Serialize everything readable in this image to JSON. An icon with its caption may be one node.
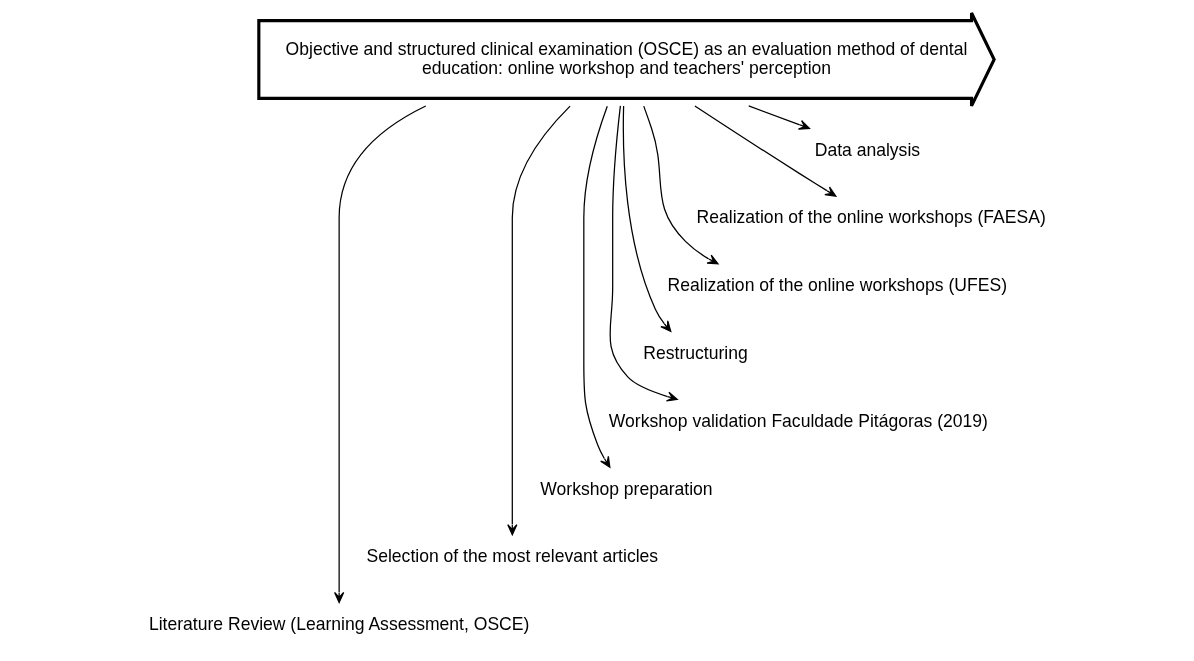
{
  "diagram": {
    "nodes": [
      {
        "text": [
          "Objective and structured clinical examination (OSCE) as an evaluation method of dental education: online workshop and teachers' perception"
        ]
      },
      {
        "text": [
          "Literature Review (Learning Assessment, OSCE)"
        ]
      },
      {
        "text": [
          "Selection of the most relevant articles"
        ]
      },
      {
        "text": [
          "Workshop preparation"
        ]
      },
      {
        "text": [
          "Workshop validation Faculdade Pitágoras (2019)"
        ]
      },
      {
        "text": [
          "Restructuring"
        ]
      },
      {
        "text": [
          "Realization of the online workshops (UFES)"
        ]
      },
      {
        "text": [
          "Realization of the online workshops (FAESA)"
        ]
      },
      {
        "text": [
          "Data analysis"
        ]
      }
    ],
    "edges": [
      {
        "from": 0,
        "to": 1,
        "arrow": "to"
      },
      {
        "from": 0,
        "to": 2,
        "arrow": "to"
      },
      {
        "from": 0,
        "to": 3,
        "arrow": "to"
      },
      {
        "from": 0,
        "to": 4,
        "arrow": "to"
      },
      {
        "from": 0,
        "to": 5,
        "arrow": "to"
      },
      {
        "from": 0,
        "to": 6,
        "arrow": "to"
      },
      {
        "from": 0,
        "to": 7,
        "arrow": "to"
      },
      {
        "from": 0,
        "to": 8,
        "arrow": "to"
      }
    ]
  }
}
